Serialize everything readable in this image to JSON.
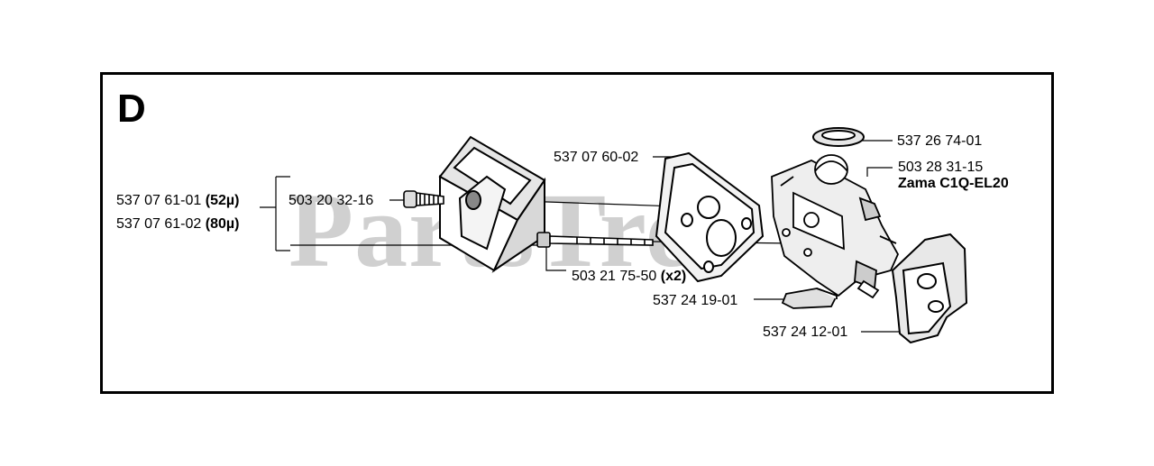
{
  "section_label": "D",
  "watermark": "PartsTree",
  "parts": {
    "air_filter_52": {
      "number": "537 07 61-01",
      "spec": "(52µ)"
    },
    "air_filter_80": {
      "number": "537 07 61-02",
      "spec": "(80µ)"
    },
    "screw": {
      "number": "503 20 32-16"
    },
    "gasket": {
      "number": "537 07 60-02"
    },
    "bolt": {
      "number": "503 21 75-50",
      "qty": "(x2)"
    },
    "ring": {
      "number": "537 26 74-01"
    },
    "carburetor": {
      "number": "503 28 31-15",
      "model": "Zama C1Q-EL20"
    },
    "block": {
      "number": "537 24 19-01"
    },
    "insulator": {
      "number": "537 24 12-01"
    }
  }
}
